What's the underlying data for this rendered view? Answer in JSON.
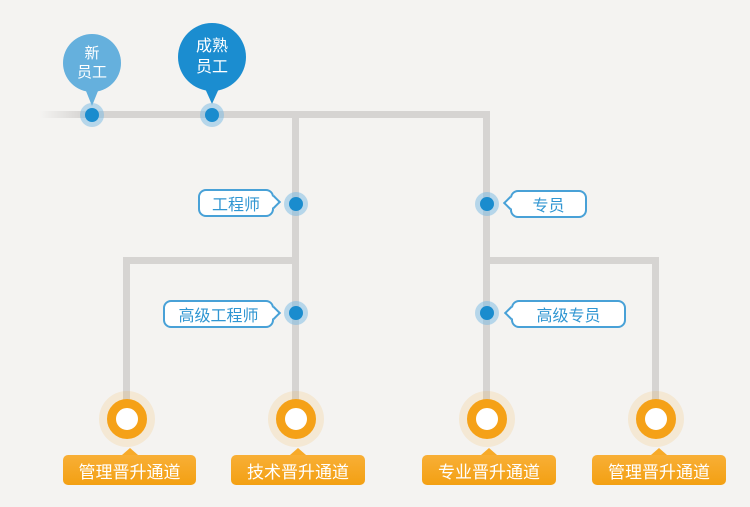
{
  "diagram": {
    "colors": {
      "background": "#f4f3f1",
      "line": "#d6d4d2",
      "blue": "#1b8dd0",
      "light_blue": "#65b0dd",
      "bubble_border": "#48a1d7",
      "bubble_text": "#3096d2",
      "orange": "#f5a117"
    },
    "start_nodes": [
      {
        "line1": "新",
        "line2": "员工"
      },
      {
        "line1": "成熟",
        "line2": "员工"
      }
    ],
    "levels": [
      {
        "label": "工程师"
      },
      {
        "label": "专员"
      },
      {
        "label": "高级工程师"
      },
      {
        "label": "高级专员"
      }
    ],
    "channels": [
      {
        "label": "管理晋升通道"
      },
      {
        "label": "技术晋升通道"
      },
      {
        "label": "专业晋升通道"
      },
      {
        "label": "管理晋升通道"
      }
    ]
  }
}
